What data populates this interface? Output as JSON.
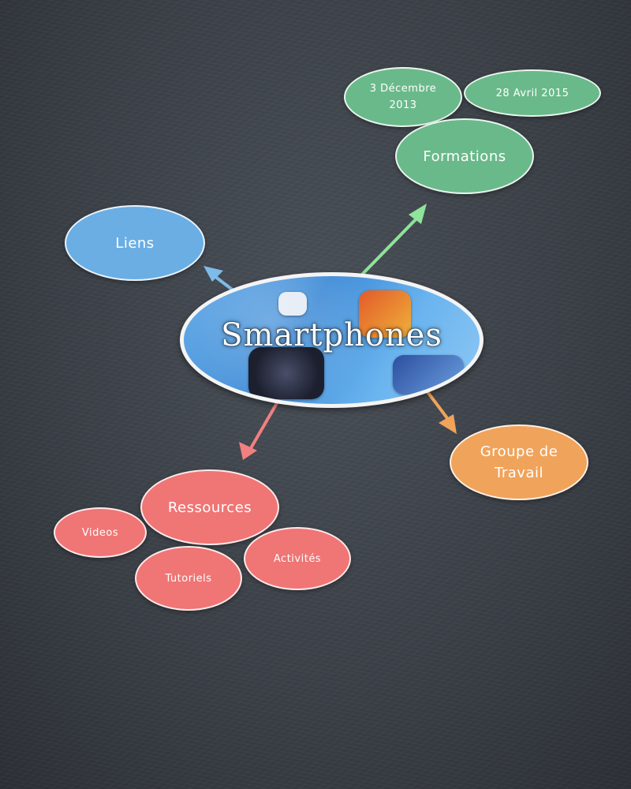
{
  "center": {
    "label": "Smartphones"
  },
  "nodes": {
    "formations": "Formations",
    "date1": "3 Décembre 2013",
    "date2": "28 Avril 2015",
    "liens": "Liens",
    "groupe": "Groupe de Travail",
    "ressources": "Ressources",
    "videos": "Videos",
    "tutoriels": "Tutoriels",
    "activites": "Activités"
  },
  "colors": {
    "green": "#6ab98a",
    "blue": "#6aaee4",
    "red": "#f07575",
    "orange": "#f0a35a"
  }
}
